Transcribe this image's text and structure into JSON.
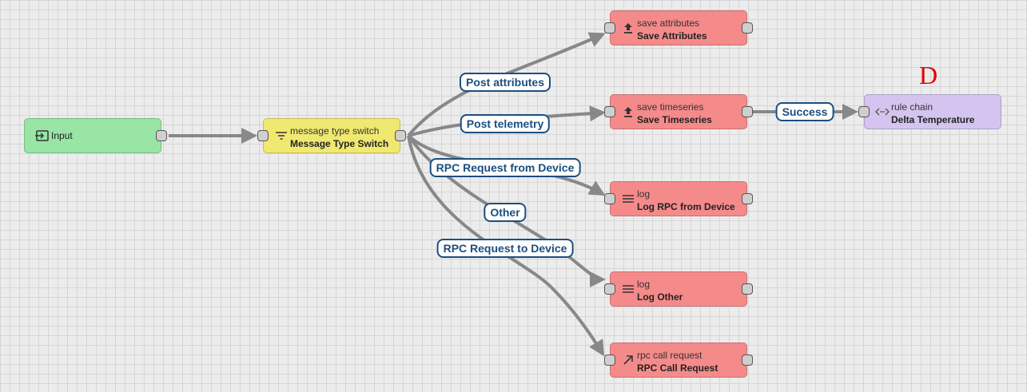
{
  "annotation": "D",
  "colors": {
    "input_node": "#98e5a6",
    "switch_node": "#f1e870",
    "action_node": "#f58a8a",
    "rule_chain_node": "#d4c4ef",
    "link": "#888888",
    "label_border": "#1c4e80"
  },
  "nodes": {
    "input": {
      "name": "Input",
      "icon": "input-icon"
    },
    "switch": {
      "type": "message type switch",
      "name": "Message Type Switch",
      "icon": "filter-icon"
    },
    "save_attributes": {
      "type": "save attributes",
      "name": "Save Attributes",
      "icon": "upload-icon"
    },
    "save_timeseries": {
      "type": "save timeseries",
      "name": "Save Timeseries",
      "icon": "upload-icon"
    },
    "rule_chain": {
      "type": "rule chain",
      "name": "Delta Temperature",
      "icon": "code-icon"
    },
    "log_rpc": {
      "type": "log",
      "name": "Log RPC from Device",
      "icon": "menu-icon"
    },
    "log_other": {
      "type": "log",
      "name": "Log Other",
      "icon": "menu-icon"
    },
    "rpc_call": {
      "type": "rpc call request",
      "name": "RPC Call Request",
      "icon": "arrow-up-right-icon"
    }
  },
  "links": {
    "post_attributes": "Post attributes",
    "post_telemetry": "Post telemetry",
    "success": "Success",
    "rpc_from_device": "RPC Request from Device",
    "other": "Other",
    "rpc_to_device": "RPC Request to Device"
  }
}
